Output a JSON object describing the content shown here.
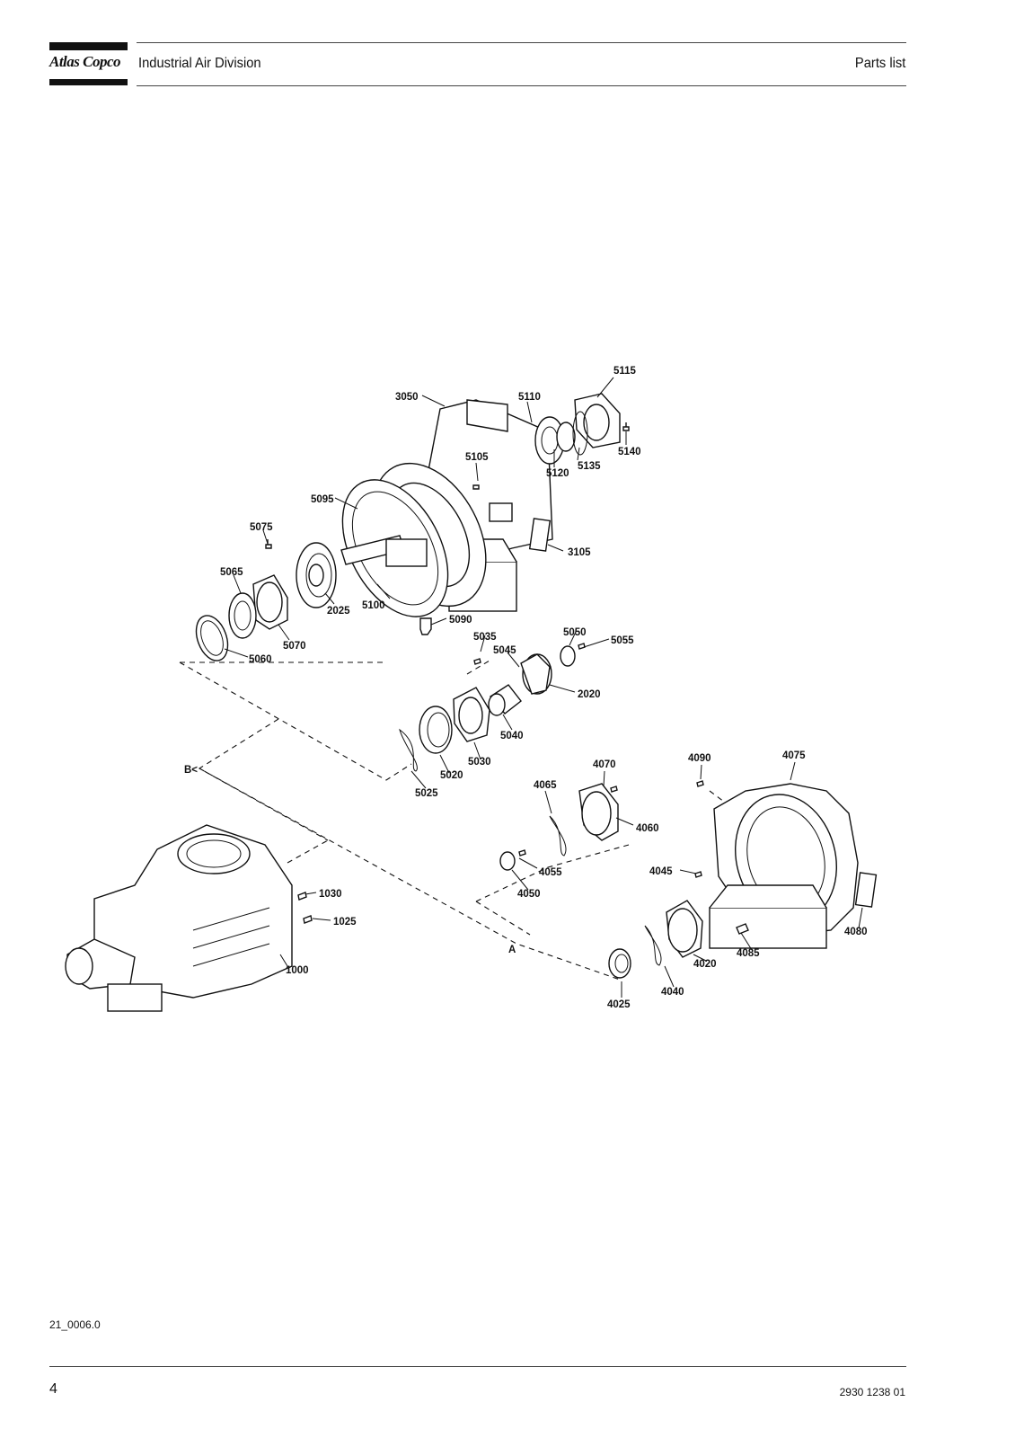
{
  "header": {
    "brand": "Atlas Copco",
    "division": "Industrial Air Division",
    "document_type": "Parts list"
  },
  "drawing": {
    "callouts": [
      "5115",
      "3050",
      "5110",
      "5140",
      "5105",
      "5120",
      "5135",
      "5095",
      "5075",
      "3105",
      "5065",
      "2025",
      "5100",
      "5090",
      "5070",
      "5035",
      "5050",
      "5055",
      "5060",
      "5045",
      "2020",
      "5040",
      "5030",
      "B<",
      "5020",
      "5025",
      "4070",
      "4090",
      "4075",
      "4065",
      "4060",
      "4045",
      "4055",
      "4050",
      "1030",
      "1025",
      "4080",
      "4085",
      "4020",
      "A",
      "1000",
      "4040",
      "4025"
    ]
  },
  "footer": {
    "figure_ref": "21_0006.0",
    "page_number": "4",
    "document_number": "2930 1238 01"
  }
}
